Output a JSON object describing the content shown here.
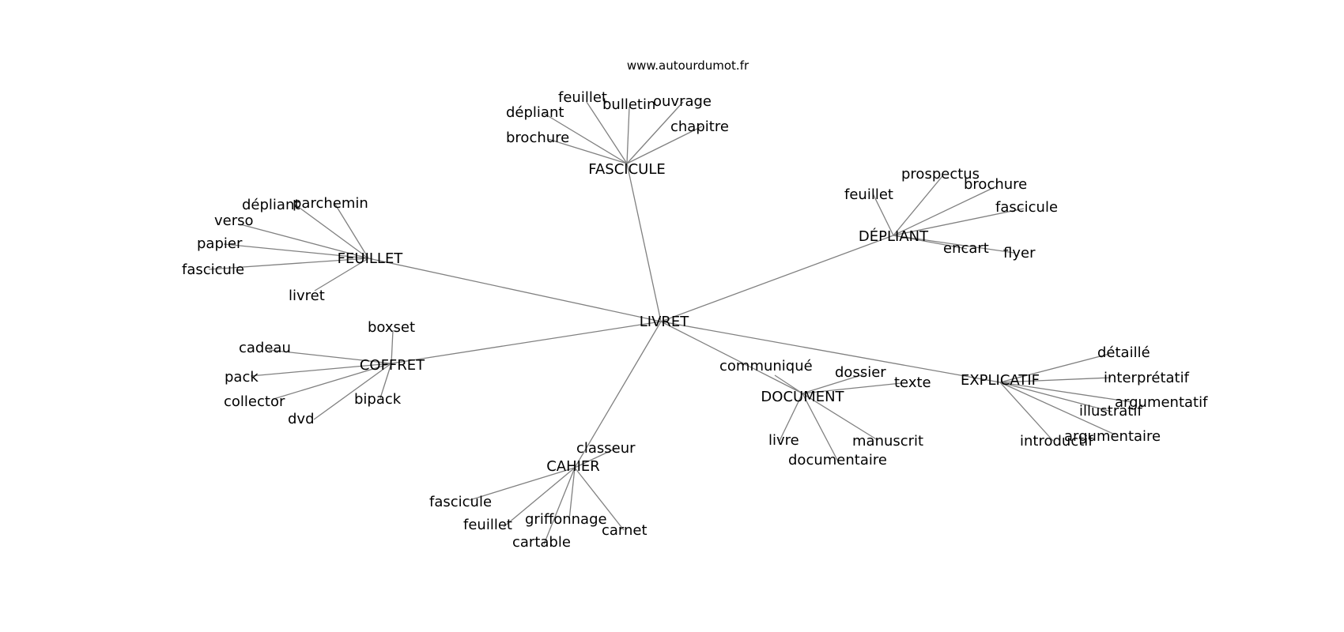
{
  "watermark": "www.autourdumot.fr",
  "center": {
    "id": "LIVRET",
    "label": "LIVRET"
  },
  "hubs": [
    {
      "id": "FASCICULE",
      "label": "FASCICULE",
      "leaves": [
        "brochure",
        "dépliant",
        "feuillet",
        "bulletin",
        "ouvrage",
        "chapitre"
      ]
    },
    {
      "id": "DEPLIANT",
      "label": "DÉPLIANT",
      "leaves": [
        "feuillet",
        "prospectus",
        "brochure",
        "fascicule",
        "encart",
        "flyer"
      ]
    },
    {
      "id": "FEUILLET",
      "label": "FEUILLET",
      "leaves": [
        "dépliant",
        "parchemin",
        "verso",
        "papier",
        "fascicule",
        "livret"
      ]
    },
    {
      "id": "COFFRET",
      "label": "COFFRET",
      "leaves": [
        "boxset",
        "cadeau",
        "pack",
        "collector",
        "dvd",
        "bipack"
      ]
    },
    {
      "id": "CAHIER",
      "label": "CAHIER",
      "leaves": [
        "classeur",
        "fascicule",
        "feuillet",
        "griffonnage",
        "cartable",
        "carnet"
      ]
    },
    {
      "id": "DOCUMENT",
      "label": "DOCUMENT",
      "leaves": [
        "communiqué",
        "dossier",
        "texte",
        "livre",
        "manuscrit",
        "documentaire"
      ]
    },
    {
      "id": "EXPLICATIF",
      "label": "EXPLICATIF",
      "leaves": [
        "détaillé",
        "interprétatif",
        "argumentatif",
        "illustratif",
        "argumentaire",
        "introductif"
      ]
    }
  ]
}
